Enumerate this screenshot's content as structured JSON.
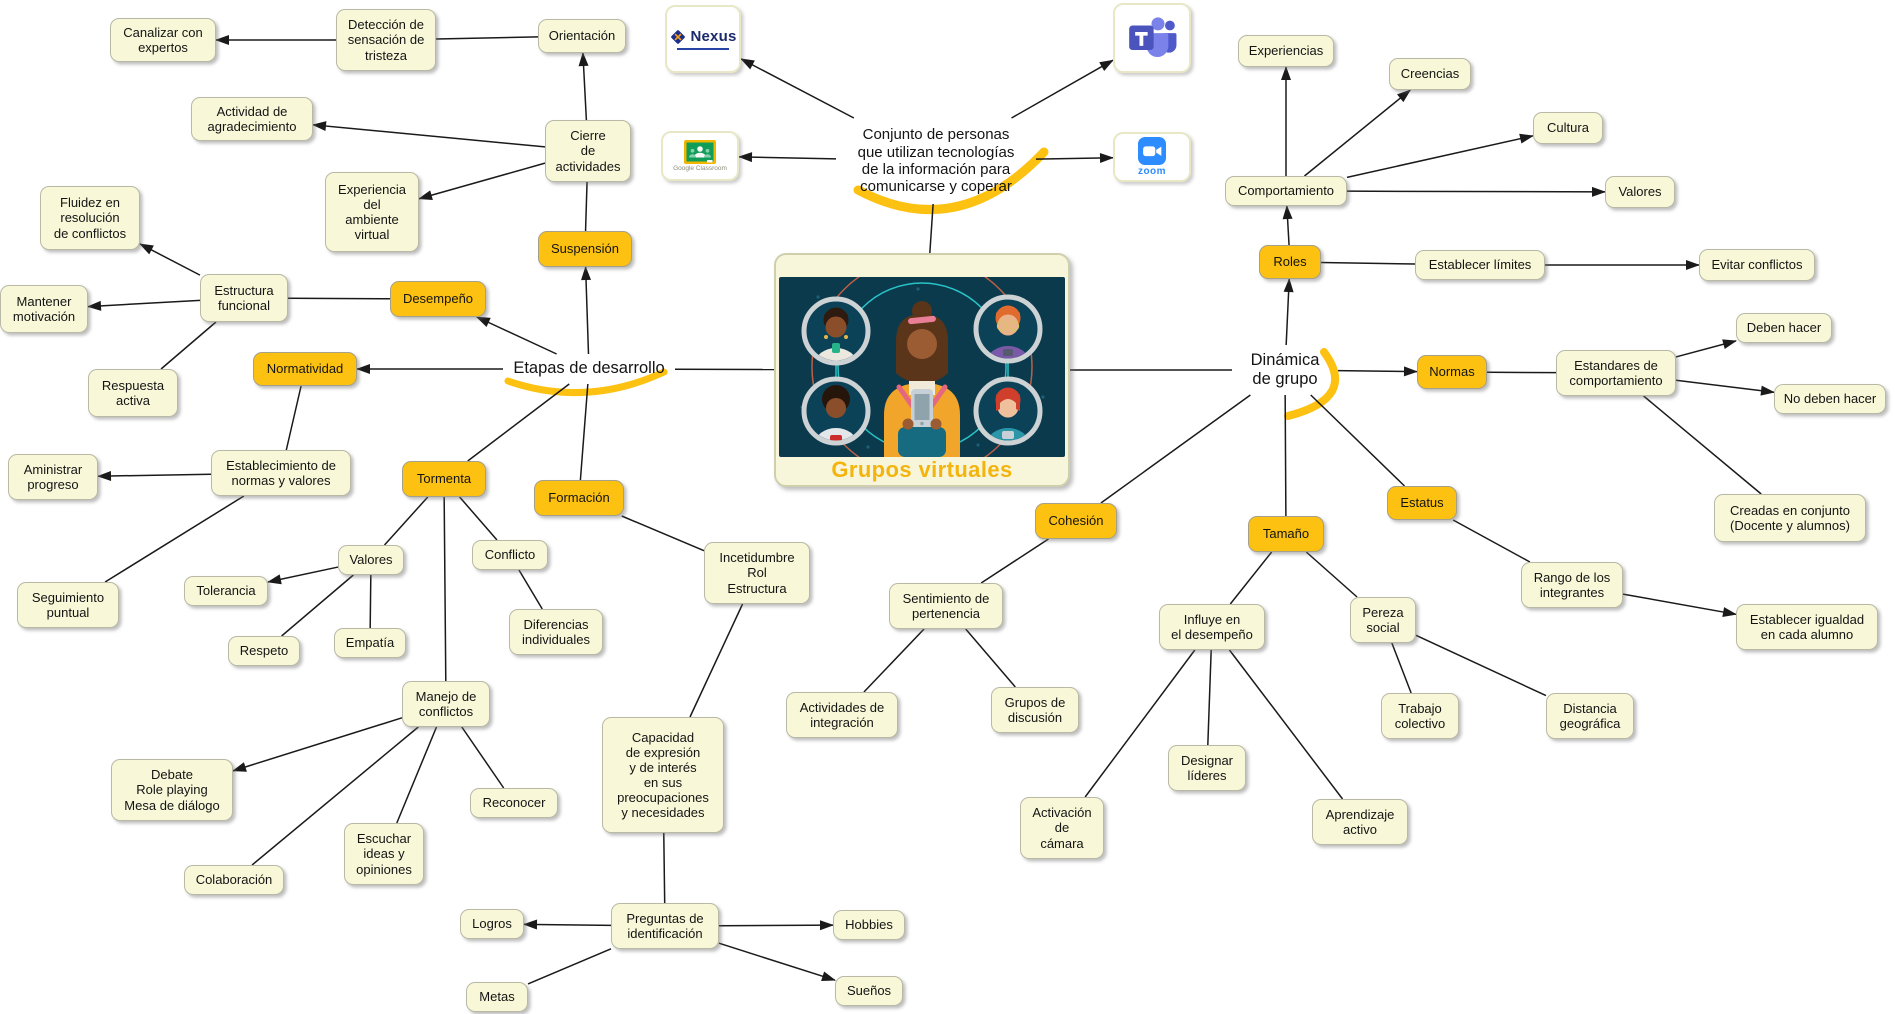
{
  "map_title": "Grupos virtuales",
  "image_node": {
    "caption": "Grupos virtuales"
  },
  "colors": {
    "node_fill": "#f8f8d9",
    "node_border": "#b9b9a6",
    "accent_fill": "#fdc112",
    "line_color": "#1a1a1a",
    "caption_color": "#f4b40e"
  },
  "nodes": [
    {
      "id": "canalizar",
      "type": "box",
      "label": "Canalizar con\nexpertos"
    },
    {
      "id": "deteccion",
      "type": "box",
      "label": "Detección de\nsensación de\ntristeza"
    },
    {
      "id": "orientacion",
      "type": "box",
      "label": "Orientación"
    },
    {
      "id": "nexus",
      "type": "logo",
      "icon": "nexus-logo",
      "label": "Nexus"
    },
    {
      "id": "teams",
      "type": "logo",
      "icon": "microsoft-teams-logo",
      "label": ""
    },
    {
      "id": "experiencias",
      "type": "box",
      "label": "Experiencias"
    },
    {
      "id": "creencias",
      "type": "box",
      "label": "Creencias"
    },
    {
      "id": "cultura",
      "type": "box",
      "label": "Cultura"
    },
    {
      "id": "valores_r",
      "type": "box",
      "label": "Valores"
    },
    {
      "id": "concepto",
      "type": "hub",
      "label": "Conjunto de personas\nque utilizan tecnologías\nde la información para\ncomunicarse y coperar"
    },
    {
      "id": "classroom",
      "type": "logo",
      "icon": "google-classroom-logo",
      "label": "Google Classroom"
    },
    {
      "id": "zoomapp",
      "type": "logo",
      "icon": "zoom-logo",
      "label": "zoom"
    },
    {
      "id": "comportamiento",
      "type": "box",
      "label": "Comportamiento"
    },
    {
      "id": "actividad",
      "type": "box",
      "label": "Actividad de\nagradecimiento"
    },
    {
      "id": "cierre",
      "type": "box",
      "label": "Cierre\nde\nactividades"
    },
    {
      "id": "expamb",
      "type": "box",
      "label": "Experiencia\ndel\nambiente\nvirtual"
    },
    {
      "id": "suspension",
      "type": "accent",
      "label": "Suspensión"
    },
    {
      "id": "roles",
      "type": "accent",
      "label": "Roles"
    },
    {
      "id": "establecer_lim",
      "type": "box",
      "label": "Establecer límites"
    },
    {
      "id": "evitar",
      "type": "box",
      "label": "Evitar conflictos"
    },
    {
      "id": "fluidez",
      "type": "box",
      "label": "Fluidez en\nresolución\nde conflictos"
    },
    {
      "id": "estructura",
      "type": "box",
      "label": "Estructura\nfuncional"
    },
    {
      "id": "mantener",
      "type": "box",
      "label": "Mantener\nmotivación"
    },
    {
      "id": "desempeno",
      "type": "accent",
      "label": "Desempeño"
    },
    {
      "id": "respuesta",
      "type": "box",
      "label": "Respuesta\nactiva"
    },
    {
      "id": "normatividad",
      "type": "accent",
      "label": "Normatividad"
    },
    {
      "id": "etapas",
      "type": "hub",
      "label": "Etapas de desarrollo"
    },
    {
      "id": "imagen",
      "type": "image",
      "label": ""
    },
    {
      "id": "dinamica",
      "type": "hub",
      "label": "Dinámica\nde grupo"
    },
    {
      "id": "normas",
      "type": "accent",
      "label": "Normas"
    },
    {
      "id": "estandares",
      "type": "box",
      "label": "Estandares de\ncomportamiento"
    },
    {
      "id": "deben",
      "type": "box",
      "label": "Deben hacer"
    },
    {
      "id": "nodeben",
      "type": "box",
      "label": "No deben hacer"
    },
    {
      "id": "aministrar",
      "type": "box",
      "label": "Aministrar\nprogreso"
    },
    {
      "id": "establecimiento",
      "type": "box",
      "label": "Establecimiento de\nnormas y valores"
    },
    {
      "id": "tormenta",
      "type": "accent",
      "label": "Tormenta"
    },
    {
      "id": "formacion",
      "type": "accent",
      "label": "Formación"
    },
    {
      "id": "creadas",
      "type": "box",
      "label": "Creadas en conjunto\n(Docente y alumnos)"
    },
    {
      "id": "cohesion",
      "type": "accent",
      "label": "Cohesión"
    },
    {
      "id": "tamano",
      "type": "accent",
      "label": "Tamaño"
    },
    {
      "id": "estatus",
      "type": "accent",
      "label": "Estatus"
    },
    {
      "id": "seguimiento",
      "type": "box",
      "label": "Seguimiento\npuntual"
    },
    {
      "id": "valores_l",
      "type": "box",
      "label": "Valores"
    },
    {
      "id": "tolerancia",
      "type": "box",
      "label": "Tolerancia"
    },
    {
      "id": "conflicto",
      "type": "box",
      "label": "Conflicto"
    },
    {
      "id": "incetidumbre",
      "type": "box",
      "label": "Incetidumbre\nRol\nEstructura"
    },
    {
      "id": "sentimiento",
      "type": "box",
      "label": "Sentimiento de\npertenencia"
    },
    {
      "id": "influye",
      "type": "box",
      "label": "Influye en\nel desempeño"
    },
    {
      "id": "pereza",
      "type": "box",
      "label": "Pereza\nsocial"
    },
    {
      "id": "rango",
      "type": "box",
      "label": "Rango de los\nintegrantes"
    },
    {
      "id": "respeto",
      "type": "box",
      "label": "Respeto"
    },
    {
      "id": "empatia",
      "type": "box",
      "label": "Empatía"
    },
    {
      "id": "diferencias",
      "type": "box",
      "label": "Diferencias\nindividuales"
    },
    {
      "id": "igualdad",
      "type": "box",
      "label": "Establecer igualdad\nen cada alumno"
    },
    {
      "id": "manejo",
      "type": "box",
      "label": "Manejo de\nconflictos"
    },
    {
      "id": "actintegracion",
      "type": "box",
      "label": "Actividades de\nintegración"
    },
    {
      "id": "gruposdisc",
      "type": "box",
      "label": "Grupos de\ndiscusión"
    },
    {
      "id": "trabajo",
      "type": "box",
      "label": "Trabajo\ncolectivo"
    },
    {
      "id": "distancia",
      "type": "box",
      "label": "Distancia\ngeográfica"
    },
    {
      "id": "capacidad",
      "type": "box",
      "label": "Capacidad\nde expresión\ny de interés\nen sus\npreocupaciones\ny necesidades"
    },
    {
      "id": "debate",
      "type": "box",
      "label": "Debate\nRole playing\nMesa de diálogo"
    },
    {
      "id": "reconocer",
      "type": "box",
      "label": "Reconocer"
    },
    {
      "id": "escuchar",
      "type": "box",
      "label": "Escuchar\nideas y\nopiniones"
    },
    {
      "id": "designar",
      "type": "box",
      "label": "Designar\nlíderes"
    },
    {
      "id": "activacion",
      "type": "box",
      "label": "Activación\nde\ncámara"
    },
    {
      "id": "aprendizaje",
      "type": "box",
      "label": "Aprendizaje\nactivo"
    },
    {
      "id": "colaboracion",
      "type": "box",
      "label": "Colaboración"
    },
    {
      "id": "preguntas",
      "type": "box",
      "label": "Preguntas de\nidentificación"
    },
    {
      "id": "logros",
      "type": "box",
      "label": "Logros"
    },
    {
      "id": "hobbies",
      "type": "box",
      "label": "Hobbies"
    },
    {
      "id": "metas",
      "type": "box",
      "label": "Metas"
    },
    {
      "id": "suenos",
      "type": "box",
      "label": "Sueños"
    }
  ],
  "edges": [
    {
      "from": "concepto",
      "to": "nexus",
      "arrow": true
    },
    {
      "from": "concepto",
      "to": "teams",
      "arrow": true
    },
    {
      "from": "concepto",
      "to": "classroom",
      "arrow": true
    },
    {
      "from": "concepto",
      "to": "zoomapp",
      "arrow": true
    },
    {
      "from": "concepto",
      "to": "imagen",
      "arrow": false
    },
    {
      "from": "etapas",
      "to": "imagen",
      "arrow": false
    },
    {
      "from": "imagen",
      "to": "dinamica",
      "arrow": false
    },
    {
      "from": "etapas",
      "to": "normatividad",
      "arrow": true
    },
    {
      "from": "etapas",
      "to": "suspension",
      "arrow": true
    },
    {
      "from": "suspension",
      "to": "cierre",
      "arrow": false
    },
    {
      "from": "cierre",
      "to": "orientacion",
      "arrow": true
    },
    {
      "from": "orientacion",
      "to": "deteccion",
      "arrow": false
    },
    {
      "from": "deteccion",
      "to": "canalizar",
      "arrow": true
    },
    {
      "from": "cierre",
      "to": "actividad",
      "arrow": true
    },
    {
      "from": "cierre",
      "to": "expamb",
      "arrow": true
    },
    {
      "from": "etapas",
      "to": "desempeno",
      "arrow": true
    },
    {
      "from": "desempeno",
      "to": "estructura",
      "arrow": false
    },
    {
      "from": "estructura",
      "to": "fluidez",
      "arrow": true
    },
    {
      "from": "estructura",
      "to": "mantener",
      "arrow": true
    },
    {
      "from": "estructura",
      "to": "respuesta",
      "arrow": false
    },
    {
      "from": "etapas",
      "to": "tormenta",
      "arrow": false
    },
    {
      "from": "etapas",
      "to": "formacion",
      "arrow": false
    },
    {
      "from": "normatividad",
      "to": "establecimiento",
      "arrow": false
    },
    {
      "from": "establecimiento",
      "to": "aministrar",
      "arrow": true
    },
    {
      "from": "establecimiento",
      "to": "seguimiento",
      "arrow": false
    },
    {
      "from": "tormenta",
      "to": "valores_l",
      "arrow": false
    },
    {
      "from": "valores_l",
      "to": "tolerancia",
      "arrow": true
    },
    {
      "from": "valores_l",
      "to": "respeto",
      "arrow": false
    },
    {
      "from": "valores_l",
      "to": "empatia",
      "arrow": false
    },
    {
      "from": "tormenta",
      "to": "manejo",
      "arrow": false
    },
    {
      "from": "tormenta",
      "to": "conflicto",
      "arrow": false
    },
    {
      "from": "conflicto",
      "to": "diferencias",
      "arrow": false
    },
    {
      "from": "formacion",
      "to": "incetidumbre",
      "arrow": false
    },
    {
      "from": "incetidumbre",
      "to": "capacidad",
      "arrow": false
    },
    {
      "from": "manejo",
      "to": "debate",
      "arrow": true
    },
    {
      "from": "manejo",
      "to": "colaboracion",
      "arrow": false
    },
    {
      "from": "manejo",
      "to": "escuchar",
      "arrow": false
    },
    {
      "from": "manejo",
      "to": "reconocer",
      "arrow": false
    },
    {
      "from": "capacidad",
      "to": "preguntas",
      "arrow": false
    },
    {
      "from": "preguntas",
      "to": "logros",
      "arrow": true
    },
    {
      "from": "preguntas",
      "to": "hobbies",
      "arrow": true
    },
    {
      "from": "preguntas",
      "to": "metas",
      "arrow": false
    },
    {
      "from": "preguntas",
      "to": "suenos",
      "arrow": true
    },
    {
      "from": "dinamica",
      "to": "roles",
      "arrow": true
    },
    {
      "from": "roles",
      "to": "comportamiento",
      "arrow": true
    },
    {
      "from": "comportamiento",
      "to": "experiencias",
      "arrow": true
    },
    {
      "from": "comportamiento",
      "to": "creencias",
      "arrow": true
    },
    {
      "from": "comportamiento",
      "to": "cultura",
      "arrow": true
    },
    {
      "from": "comportamiento",
      "to": "valores_r",
      "arrow": true
    },
    {
      "from": "roles",
      "to": "establecer_lim",
      "arrow": false
    },
    {
      "from": "establecer_lim",
      "to": "evitar",
      "arrow": true
    },
    {
      "from": "dinamica",
      "to": "normas",
      "arrow": true
    },
    {
      "from": "normas",
      "to": "estandares",
      "arrow": false
    },
    {
      "from": "estandares",
      "to": "deben",
      "arrow": true
    },
    {
      "from": "estandares",
      "to": "nodeben",
      "arrow": true
    },
    {
      "from": "estandares",
      "to": "creadas",
      "arrow": false
    },
    {
      "from": "dinamica",
      "to": "cohesion",
      "arrow": false
    },
    {
      "from": "dinamica",
      "to": "tamano",
      "arrow": false
    },
    {
      "from": "dinamica",
      "to": "estatus",
      "arrow": false
    },
    {
      "from": "estatus",
      "to": "rango",
      "arrow": false
    },
    {
      "from": "rango",
      "to": "igualdad",
      "arrow": true
    },
    {
      "from": "cohesion",
      "to": "sentimiento",
      "arrow": false
    },
    {
      "from": "sentimiento",
      "to": "actintegracion",
      "arrow": false
    },
    {
      "from": "sentimiento",
      "to": "gruposdisc",
      "arrow": false
    },
    {
      "from": "tamano",
      "to": "influye",
      "arrow": false
    },
    {
      "from": "tamano",
      "to": "pereza",
      "arrow": false
    },
    {
      "from": "influye",
      "to": "activacion",
      "arrow": false
    },
    {
      "from": "influye",
      "to": "designar",
      "arrow": false
    },
    {
      "from": "influye",
      "to": "aprendizaje",
      "arrow": false
    },
    {
      "from": "pereza",
      "to": "trabajo",
      "arrow": false
    },
    {
      "from": "pereza",
      "to": "distancia",
      "arrow": false
    }
  ]
}
